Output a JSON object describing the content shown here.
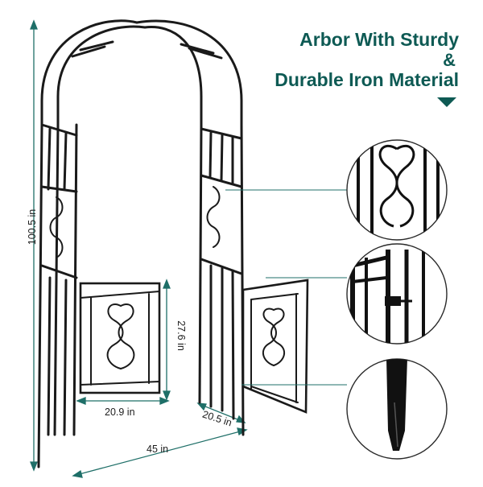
{
  "headline": {
    "line1": "Arbor With Sturdy",
    "line2": "&",
    "line3": "Durable Iron Material"
  },
  "dimensions": {
    "height": "100.5 in",
    "gate_height": "27.6 in",
    "gate_width": "20.9 in",
    "depth": "20.5 in",
    "width": "45 in"
  },
  "colors": {
    "accent": "#0e5a54",
    "iron": "#1a1a1a",
    "dimension_line": "#1f6f68"
  },
  "detail_views": [
    {
      "icon": "scroll-ornament-detail-icon"
    },
    {
      "icon": "gate-latch-detail-icon"
    },
    {
      "icon": "ground-stake-detail-icon"
    }
  ]
}
